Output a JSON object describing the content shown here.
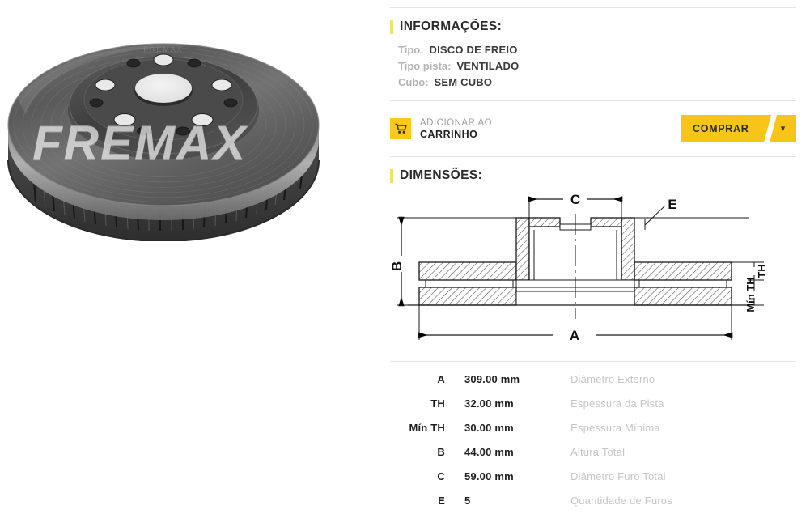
{
  "product_image": {
    "alt": "brake-disc-photo",
    "watermark": "FREMAX"
  },
  "info_section": {
    "title": "INFORMAÇÕES:",
    "specs": [
      {
        "key": "Tipo:",
        "value": "DISCO DE FREIO"
      },
      {
        "key": "Tipo pista:",
        "value": "VENTILADO"
      },
      {
        "key": "Cubo:",
        "value": "SEM CUBO"
      }
    ]
  },
  "cart": {
    "icon": "shopping-cart-icon",
    "line1": "ADICIONAR AO",
    "line2": "CARRINHO",
    "buy_label": "COMPRAR",
    "dropdown_icon": "chevron-down-icon"
  },
  "dimensions_section": {
    "title": "DIMENSÕES:",
    "drawing_labels": {
      "a": "A",
      "b": "B",
      "c": "C",
      "e": "E",
      "th": "TH",
      "min_th": "Mín TH"
    },
    "rows": [
      {
        "key": "A",
        "value": "309.00 mm",
        "desc": "Diâmetro Externo"
      },
      {
        "key": "TH",
        "value": "32.00 mm",
        "desc": "Espessura da Pista"
      },
      {
        "key": "Mín TH",
        "value": "30.00 mm",
        "desc": "Espessura Mínima"
      },
      {
        "key": "B",
        "value": "44.00 mm",
        "desc": "Altura Total"
      },
      {
        "key": "C",
        "value": "59.00 mm",
        "desc": "Diâmetro Furo Total"
      },
      {
        "key": "E",
        "value": "5",
        "desc": "Quantidade de Furos"
      }
    ]
  },
  "colors": {
    "accent_pale": "#f2e06a",
    "accent_yellow": "#f6c518",
    "cart_yellow": "#fbc91b",
    "rule": "#e4e4e4",
    "text_dark": "#1f1f1f",
    "text_muted": "#b4b4b4",
    "text_desc": "#c6c6c6"
  }
}
